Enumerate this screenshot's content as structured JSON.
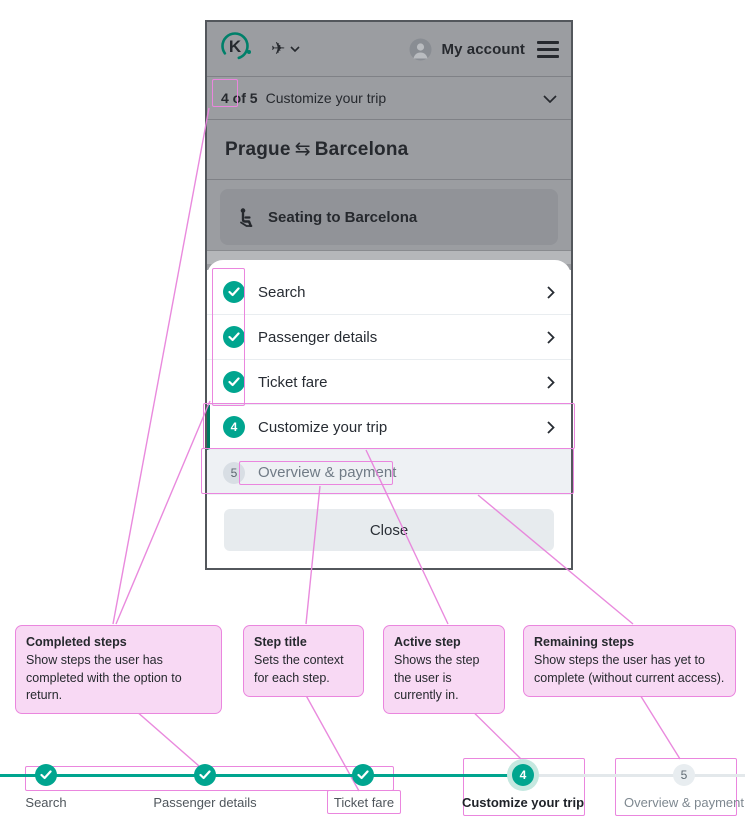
{
  "colors": {
    "accent_teal": "#00a58f",
    "accent_teal_dark": "#007a63",
    "annotation_pink_border": "#ea86de",
    "annotation_pink_fill": "#f8d9f4",
    "dimmed_background": "#9b9da1",
    "disabled_row_bg": "#eef1f4",
    "close_button_bg": "#e7ebee"
  },
  "phone": {
    "header": {
      "logo_letter": "K",
      "plane_icon_glyph": "✈",
      "account_label": "My account"
    },
    "progress_bar": {
      "step_counter": "4 of 5",
      "title": "Customize your trip"
    },
    "trip_title": {
      "from": "Prague",
      "swap_icon_glyph": "⇆",
      "to": "Barcelona"
    },
    "seating_action": {
      "label": "Seating to Barcelona"
    },
    "steps_menu": {
      "steps": [
        {
          "label": "Search",
          "state": "completed"
        },
        {
          "label": "Passenger details",
          "state": "completed"
        },
        {
          "label": "Ticket fare",
          "state": "completed"
        },
        {
          "label": "Customize your trip",
          "number": "4",
          "state": "active"
        },
        {
          "label": "Overview & payment",
          "number": "5",
          "state": "remaining"
        }
      ],
      "close_label": "Close"
    }
  },
  "annotations": [
    {
      "title": "Completed steps",
      "body": "Show steps the user has completed with the option to return."
    },
    {
      "title": "Step title",
      "body": "Sets the context for each step."
    },
    {
      "title": "Active step",
      "body": "Shows the step the user is currently in."
    },
    {
      "title": "Remaining steps",
      "body": "Show steps the user has yet to complete (without current access)."
    }
  ],
  "stepper": {
    "steps": [
      {
        "label": "Search",
        "state": "completed"
      },
      {
        "label": "Passenger details",
        "state": "completed"
      },
      {
        "label": "Ticket fare",
        "state": "completed"
      },
      {
        "label": "Customize your trip",
        "number": "4",
        "state": "active"
      },
      {
        "label": "Overview & payment",
        "number": "5",
        "state": "remaining"
      }
    ]
  }
}
